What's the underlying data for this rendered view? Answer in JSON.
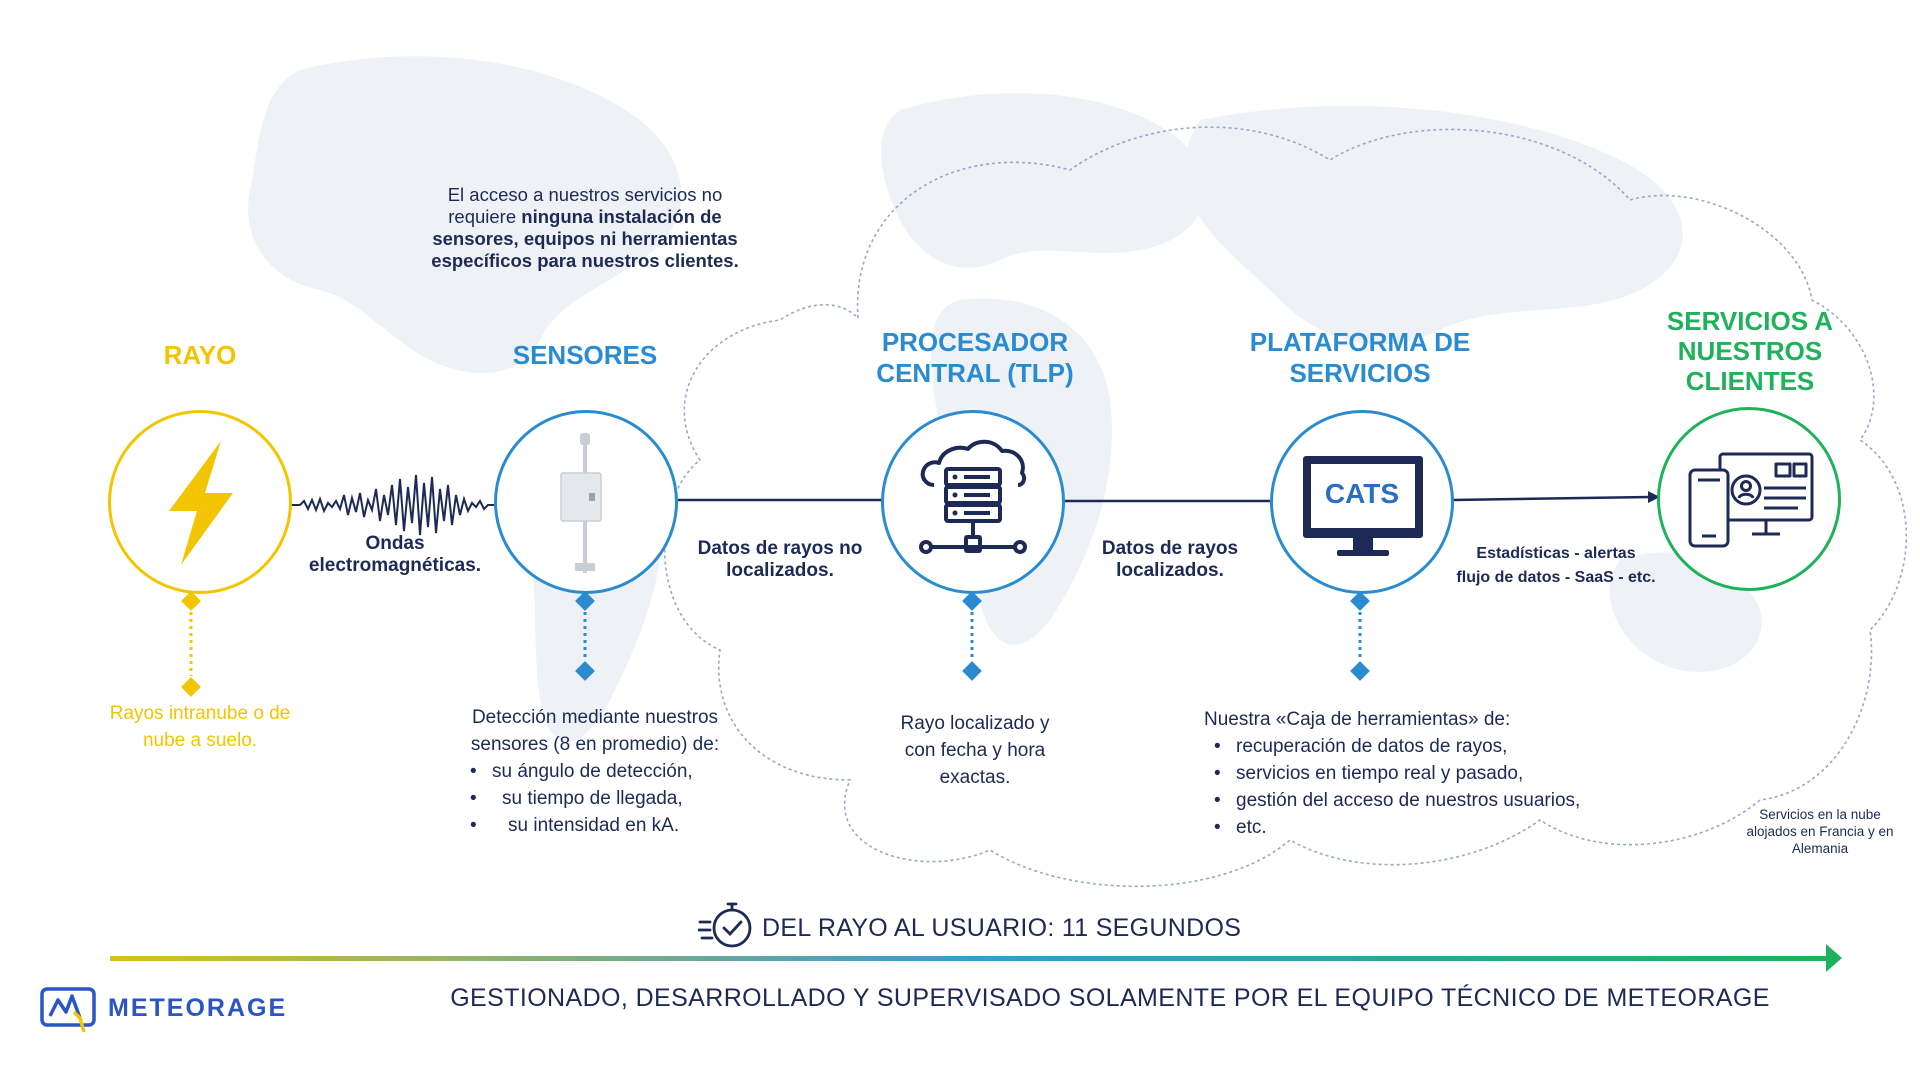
{
  "stages": {
    "rayo": {
      "title": "RAYO",
      "desc": "Rayos intranube o de nube a suelo.",
      "color": "#f2c500"
    },
    "sensores": {
      "title": "SENSORES",
      "note_plain": "El acceso a nuestros servicios no requiere",
      "note_bold": "ninguna instalación de sensores, equipos ni herramientas específicos para nuestros clientes.",
      "desc_intro": "Detección mediante nuestros sensores (8 en promedio) de:",
      "desc_items": [
        "su ángulo de detección,",
        "su tiempo de llegada,",
        "su intensidad en kA."
      ],
      "color": "#2a8bd0"
    },
    "procesador": {
      "title": "PROCESADOR CENTRAL (TLP)",
      "desc": "Rayo localizado y con fecha y hora exactas.",
      "color": "#2a8bd0"
    },
    "plataforma": {
      "title": "PLATAFORMA DE SERVICIOS",
      "screen_label": "CATS",
      "desc_intro": "Nuestra «Caja de herramientas» de:",
      "desc_items": [
        "recuperación de datos de rayos,",
        "servicios en tiempo real y pasado,",
        "gestión del acceso de nuestros usuarios,",
        "etc."
      ],
      "color": "#2a8bd0"
    },
    "servicios": {
      "title": "SERVICIOS A NUESTROS CLIENTES",
      "color": "#1fb25a"
    }
  },
  "connectors": {
    "ondas": "Ondas electromagnéticas.",
    "no_localizados": "Datos de rayos no localizados.",
    "localizados": "Datos de rayos localizados.",
    "estadisticas_line1": "Estadísticas  - alertas",
    "estadisticas_line2": "flujo de datos - SaaS  - etc."
  },
  "cloud_note": "Servicios en la nube alojados en Francia y en Alemania",
  "timeline": {
    "label": "DEL RAYO AL USUARIO: 11 SEGUNDOS",
    "footer": "GESTIONADO, DESARROLLADO Y SUPERVISADO SOLAMENTE POR EL EQUIPO TÉCNICO DE METEORAGE"
  },
  "logo": {
    "text": "METEORAGE"
  },
  "colors": {
    "navy": "#1d2a55",
    "blue": "#2a8bd0",
    "yellow": "#f2c500",
    "green": "#1fb25a",
    "cloud_outline": "#9aa7c8"
  }
}
